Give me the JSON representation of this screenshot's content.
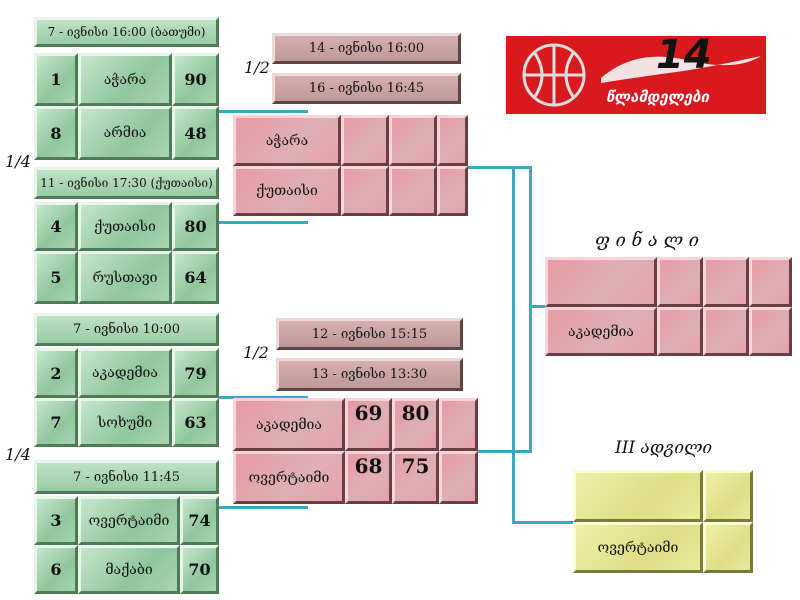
{
  "logo": {
    "number": "14",
    "text": "წლამდელები",
    "bg": "#d81a1f"
  },
  "round_labels": {
    "quarter": "1/4",
    "semi": "1/2",
    "final": "ფ ი ნ ა ლ ი",
    "third": "III ადგილი"
  },
  "quarterfinals": [
    {
      "date": "7 - ივნისი  16:00 (ბათუმი)",
      "teams": [
        {
          "seed": "1",
          "name": "აჭარა",
          "score": "90"
        },
        {
          "seed": "8",
          "name": "არმია",
          "score": "48"
        }
      ]
    },
    {
      "date": "11 - ივნისი  17:30 (ქუთაისი)",
      "teams": [
        {
          "seed": "4",
          "name": "ქუთაისი",
          "score": "80"
        },
        {
          "seed": "5",
          "name": "რუსთავი",
          "score": "64"
        }
      ]
    },
    {
      "date": "7 - ივნისი  10:00",
      "teams": [
        {
          "seed": "2",
          "name": "აკადემია",
          "score": "79"
        },
        {
          "seed": "7",
          "name": "სოხუმი",
          "score": "63"
        }
      ]
    },
    {
      "date": "7 - ივნისი  11:45",
      "teams": [
        {
          "seed": "3",
          "name": "ოვერტაიმი",
          "score": "74"
        },
        {
          "seed": "6",
          "name": "მაქაბი",
          "score": "70"
        }
      ]
    }
  ],
  "semifinals": [
    {
      "dates": [
        "14 - ივნისი  16:00",
        "16 - ივნისი  16:45"
      ],
      "teams": [
        {
          "name": "აჭარა",
          "scores": [
            "",
            "",
            ""
          ]
        },
        {
          "name": "ქუთაისი",
          "scores": [
            "",
            "",
            ""
          ]
        }
      ]
    },
    {
      "dates": [
        "12 - ივნისი  15:15",
        "13 - ივნისი  13:30"
      ],
      "teams": [
        {
          "name": "აკადემია",
          "scores": [
            "69",
            "80",
            ""
          ]
        },
        {
          "name": "ოვერტაიმი",
          "scores": [
            "68",
            "75",
            ""
          ]
        }
      ]
    }
  ],
  "final": {
    "teams": [
      {
        "name": ""
      },
      {
        "name": "აკადემია"
      }
    ]
  },
  "third_place": {
    "teams": [
      {
        "name": ""
      },
      {
        "name": "ოვერტაიმი"
      }
    ]
  }
}
